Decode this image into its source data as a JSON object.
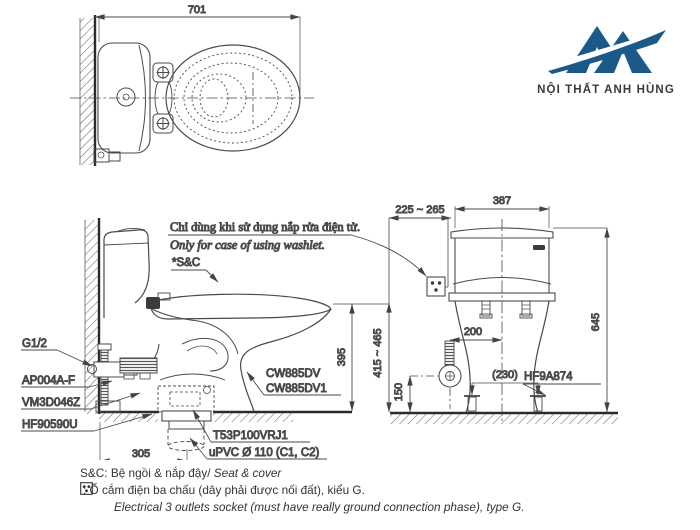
{
  "brand": {
    "name": "NỘI THẤT ANH HÙNG",
    "color": "#1b5a88"
  },
  "colors": {
    "line": "#4a4a4a",
    "text": "#3a3a3a"
  },
  "plan_view": {
    "dim_depth": "701"
  },
  "side_view": {
    "note_vi": "Chỉ dùng khi sử dụng nắp rửa điện tử.",
    "note_en": "Only for case of using washlet.",
    "seat_ref": "*S&C",
    "label_supply_thread": "G1/2",
    "label_angle_valve": "AP004A-F",
    "label_hose": "VM3D046Z",
    "label_flange": "HF90590U",
    "label_model_1": "CW885DV",
    "label_model_2": "CW885DV1",
    "label_outlet_joint": "T53P100VRJ1",
    "label_pipe": "uPVC Ø 110 (C1, C2)",
    "dim_rough_in": "305",
    "dim_seat_height": "395"
  },
  "front_view": {
    "dim_socket_offset": "225 ~ 265",
    "dim_tank_width": "387",
    "dim_total_height": "645",
    "dim_washlet_height": "415 ~ 465",
    "dim_supply_offset": "200",
    "dim_supply_height": "150",
    "dim_bolt_spacing": "(230)",
    "label_bolt_cap": "HF9A874"
  },
  "notes": {
    "seat_label": "S&C:",
    "seat_vi": " Bệ ngồi & nắp đậy/ ",
    "seat_en": "Seat & cover",
    "socket_vi": ": Ổ cắm điện ba chấu (dây phải được nối đất), kiểu G.",
    "socket_en": "Electrical 3 outlets socket (must have really ground connection phase), type G."
  }
}
